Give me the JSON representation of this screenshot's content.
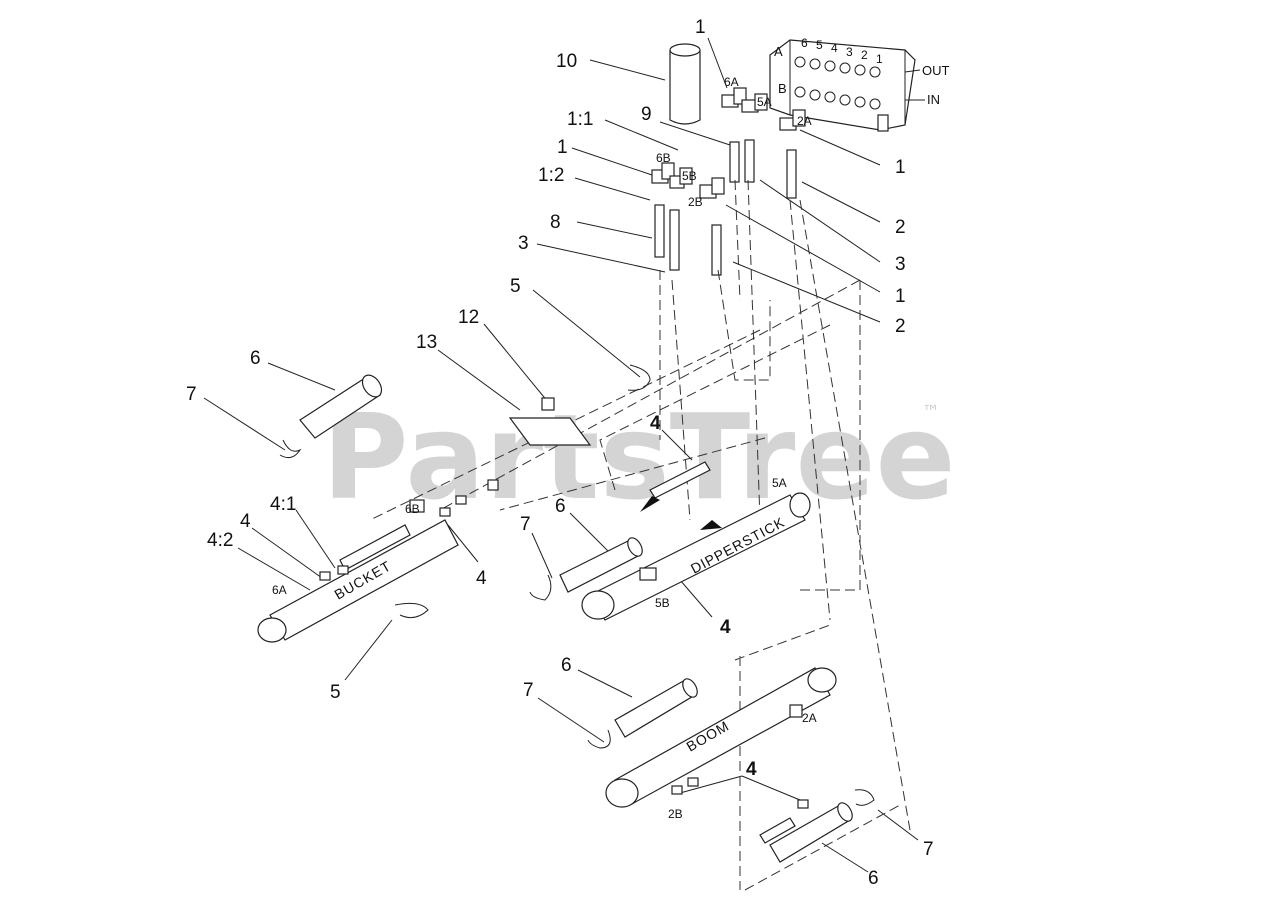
{
  "watermark": {
    "text": "PartsTree",
    "trademark": "™"
  },
  "valve": {
    "labels": {
      "a": "A",
      "b": "B",
      "out": "OUT",
      "in": "IN"
    },
    "sections": [
      "6",
      "5",
      "4",
      "3",
      "2",
      "1"
    ]
  },
  "ports": {
    "p6a": "6A",
    "p5a": "5A",
    "p6b": "6B",
    "p5b": "5B",
    "p2a": "2A",
    "p2b": "2B",
    "bucket_6b": "6B",
    "bucket_6a": "6A",
    "dipper_5a": "5A",
    "dipper_5b": "5B",
    "boom_2a": "2A",
    "boom_2b": "2B"
  },
  "cylinders": {
    "bucket": "BUCKET",
    "dipperstick": "DIPPERSTICK",
    "boom": "BOOM"
  },
  "callouts": {
    "c10": "10",
    "c1_top": "1",
    "c1_1": "1:1",
    "c9": "9",
    "c1_left": "1",
    "c1_2": "1:2",
    "c8": "8",
    "c3_left": "3",
    "c1_right_a": "1",
    "c2_right_a": "2",
    "c3_right": "3",
    "c1_right_b": "1",
    "c2_right_b": "2",
    "c5_top": "5",
    "c12": "12",
    "c13": "13",
    "c6_left": "6",
    "c7_left": "7",
    "c4_mid": "4",
    "c4_1": "4:1",
    "c4_left": "4",
    "c4_2": "4:2",
    "c4_bucket": "4",
    "c5_bottom": "5",
    "c7_mid": "7",
    "c6_mid": "6",
    "c4_dipper": "4",
    "c6_boom": "6",
    "c7_boom": "7",
    "c4_boom": "4",
    "c7_right": "7",
    "c6_bottom": "6"
  }
}
